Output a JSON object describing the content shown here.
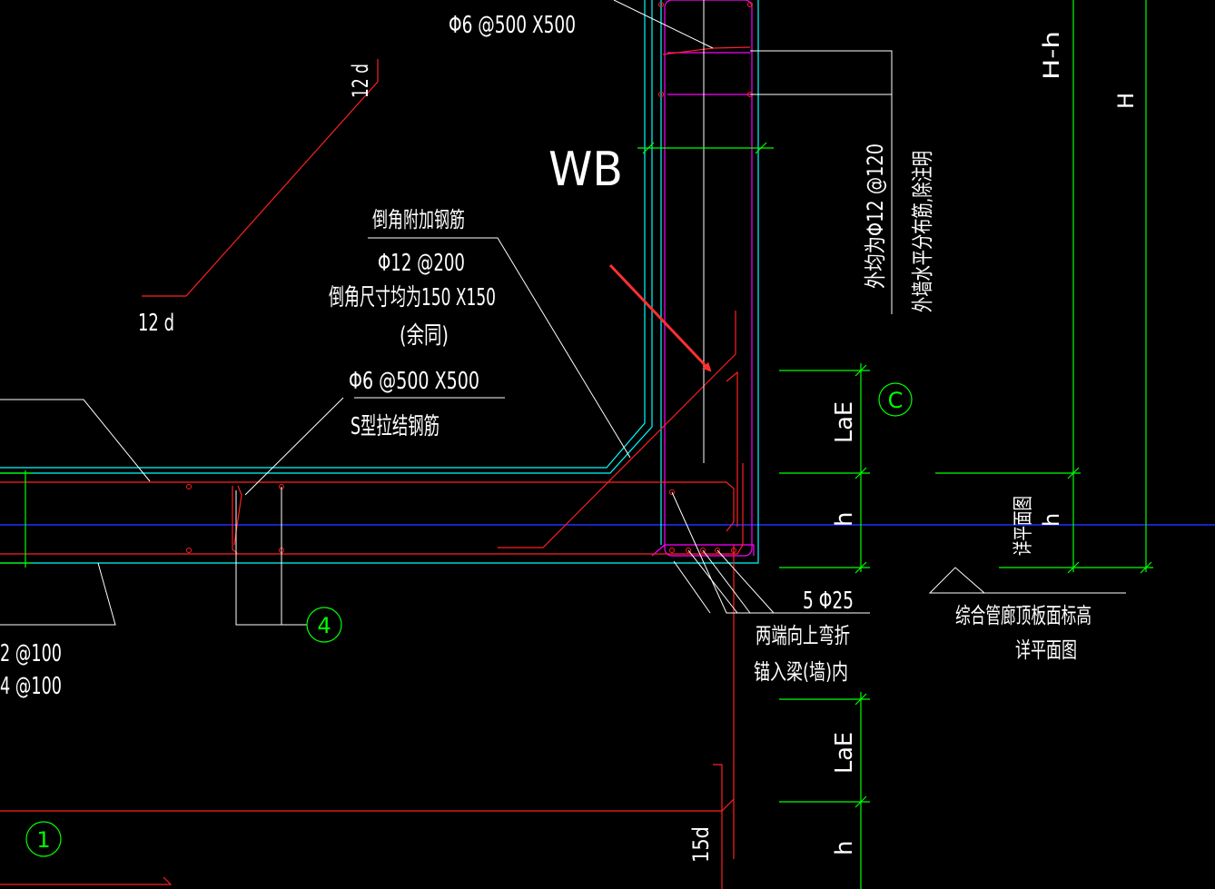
{
  "labels": {
    "top_tie": "Φ6 @500 X500",
    "wb": "WB",
    "chamfer_title": "倒角附加钢筋",
    "chamfer_bar": "Φ12 @200",
    "chamfer_size": "倒角尺寸均为150 X150",
    "same_note": "(余同)",
    "mid_tie": "Φ6 @500 X500",
    "s_tie": "S型拉结钢筋",
    "d12_upper": "12 d",
    "d12_lower": "12 d",
    "outer_bar_1": "外均为Φ12 @120",
    "outer_bar_2": "外墙水平分布筋,除注明",
    "hh": "H-h",
    "H": "H",
    "lae_upper": "LaE",
    "h_upper": "h",
    "lae_lower": "LaE",
    "h_lower": "h",
    "d15": "15d",
    "main_bar": "5 Φ25",
    "bend_1": "两端向上弯折",
    "bend_2": "锚入梁(墙)内",
    "roof_1": "综合管廊顶板面标高",
    "roof_2": "详平面图",
    "plan_note": "详平面图",
    "h_right": "h",
    "left_bar_1": "2 @100",
    "left_bar_2": "4 @100",
    "circle_c": "C",
    "circle_4": "4",
    "circle_1": "1"
  },
  "colors": {
    "rebar": "#ff2020",
    "outline": "#00ffff",
    "stirrup": "#ff00ff",
    "dimension": "#00ff00",
    "axis": "#2030ff",
    "text": "#ffffff",
    "arrow": "#ff3030"
  }
}
